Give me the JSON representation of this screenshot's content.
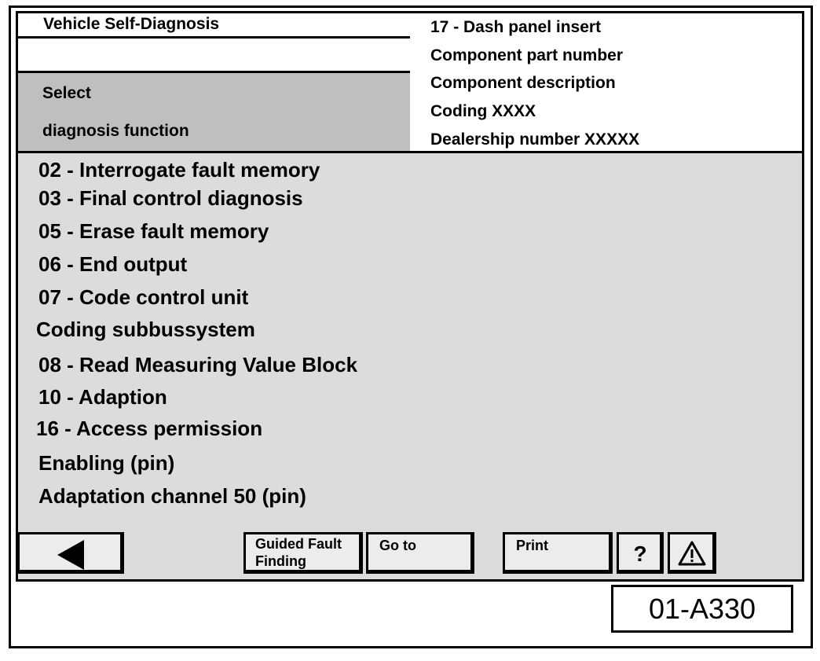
{
  "header": {
    "title": "Vehicle Self-Diagnosis",
    "select_line1": "Select",
    "select_line2": "diagnosis function"
  },
  "info": {
    "lines": [
      "17 - Dash panel insert",
      "Component part number",
      "Component description",
      "Coding XXXX",
      "Dealership number XXXXX"
    ]
  },
  "menu": {
    "items": [
      "02 - Interrogate fault memory",
      "03 - Final control diagnosis",
      "05 - Erase fault memory",
      "06 - End output",
      "07 - Code control unit",
      "Coding subbussystem",
      "08 - Read Measuring Value Block",
      "10 - Adaption",
      "16 - Access permission",
      "Enabling (pin)",
      "Adaptation channel 50 (pin)"
    ]
  },
  "toolbar": {
    "back_icon": "back-arrow-icon",
    "guided_fault_line1": "Guided Fault",
    "guided_fault_line2": "Finding",
    "goto_label": "Go to",
    "print_label": "Print",
    "help_label": "?",
    "warning_icon": "warning-icon"
  },
  "footer": {
    "figure_code": "01-A330"
  }
}
